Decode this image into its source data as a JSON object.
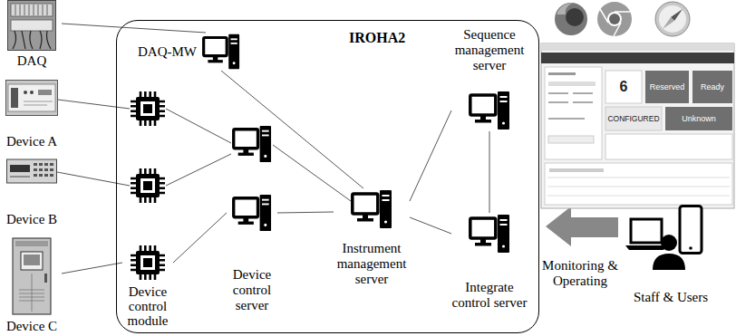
{
  "diagram": {
    "nodes": [
      {
        "text": [
          "DAQ"
        ]
      },
      {
        "text": [
          "IROHA2"
        ]
      },
      {
        "text": [
          "DAQ-MW"
        ],
        "in": 1
      },
      {
        "text": [
          "Device A"
        ]
      },
      {
        "text": [
          "Device B"
        ]
      },
      {
        "text": [
          "Device C"
        ]
      },
      {
        "text": [
          "Sequence management server"
        ],
        "in": 1
      },
      {
        "text": [
          "Device control module"
        ],
        "in": 1
      },
      {
        "text": [
          "Device control server"
        ],
        "in": 1
      },
      {
        "text": [
          "Instrument management server"
        ],
        "in": 1
      },
      {
        "text": [
          "Integrate control server"
        ],
        "in": 1
      },
      {
        "text": [
          "Staff & Users"
        ]
      }
    ],
    "edges": [
      {
        "from": 0,
        "to": 2,
        "arrow": "none"
      },
      {
        "from": 2,
        "to": 9,
        "arrow": "none"
      },
      {
        "from": 5,
        "to": 7,
        "arrow": "none"
      },
      {
        "from": 7,
        "to": 8,
        "arrow": "none"
      },
      {
        "from": 8,
        "to": 9,
        "arrow": "none"
      },
      {
        "from": 9,
        "to": 6,
        "arrow": "none"
      },
      {
        "from": 9,
        "to": 10,
        "arrow": "none"
      },
      {
        "from": 6,
        "to": 10,
        "arrow": "none"
      }
    ],
    "labels": [
      "Monitoring & Operating",
      "6",
      "Reserved",
      "Ready",
      "CONFIGURED",
      "Unknown"
    ]
  }
}
